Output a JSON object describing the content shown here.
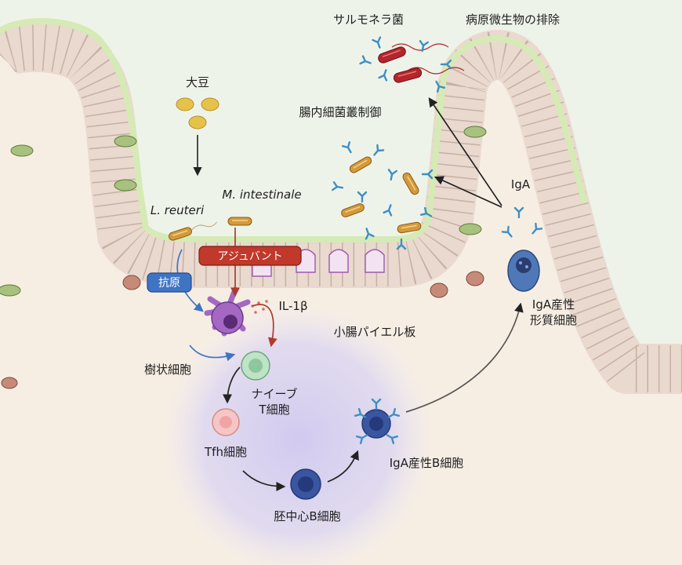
{
  "labels": {
    "salmonella": "サルモネラ菌",
    "pathogen_exclusion": "病原微生物の排除",
    "soybean": "大豆",
    "gut_microbiota_control": "腸内細菌叢制御",
    "l_reuteri": "L. reuteri",
    "m_intestinale": "M. intestinale",
    "iga": "IgA",
    "adjuvant": "アジュバント",
    "antigen": "抗原",
    "il1b": "IL-1β",
    "peyers_patch": "小腸パイエル板",
    "plasma_line1": "IgA産性",
    "plasma_line2": "形質細胞",
    "dendritic_cell": "樹状細胞",
    "naive_line1": "ナイーブ",
    "naive_line2": "T細胞",
    "tfh_cell": "Tfh細胞",
    "iga_b_cell": "IgA産性B細胞",
    "gc_b_cell": "胚中心B細胞"
  },
  "colors": {
    "lumen": "#eef3ea",
    "tissue": "#f7eee3",
    "epithelium": "#efe3da",
    "mucus": "#d5eab5",
    "patch": "#d8d3f0",
    "adjuvant": "#c0392b",
    "antigen": "#3f74c4",
    "dendritic": "#a468c2",
    "antibody": "#3d8fc6"
  }
}
